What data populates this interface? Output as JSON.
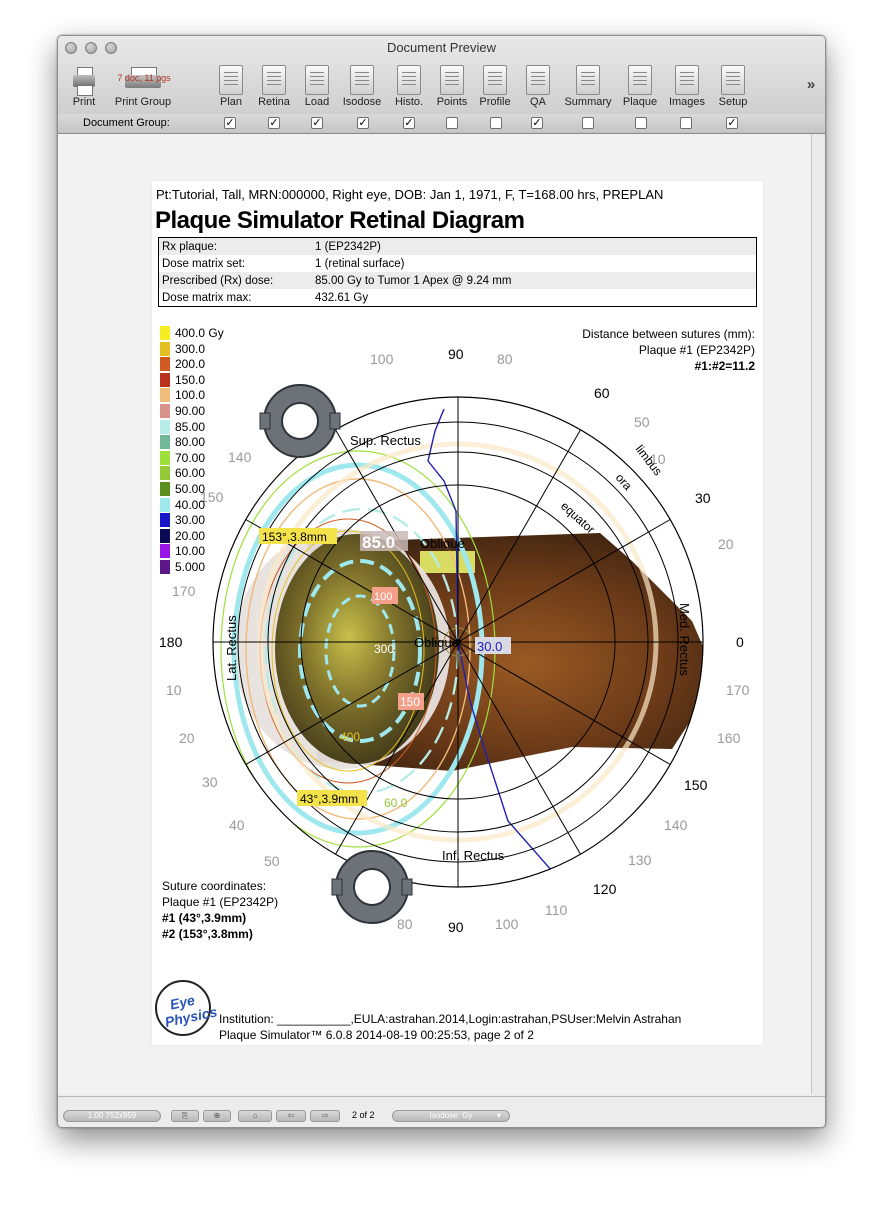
{
  "window": {
    "title": "Document Preview"
  },
  "toolbar": {
    "print": "Print",
    "print_group": "Print Group",
    "print_group_info": "7 doc, 11 pgs",
    "items": [
      "Plan",
      "Retina",
      "Load",
      "Isodose",
      "Histo.",
      "Points",
      "Profile",
      "QA",
      "Summary",
      "Plaque",
      "Images",
      "Setup"
    ],
    "overflow": "»"
  },
  "document_group": {
    "label": "Document Group:",
    "checks": [
      true,
      true,
      true,
      true,
      true,
      false,
      false,
      true,
      false,
      false,
      false,
      true
    ]
  },
  "status": {
    "zoom": "1.00 752x959",
    "page": "2 of 2",
    "dropdown": "Isodose: Gy"
  },
  "report": {
    "header": "Pt:Tutorial, Tall, MRN:000000, Right eye, DOB: Jan 1, 1971, F, T=168.00 hrs, PREPLAN",
    "title": "Plaque Simulator Retinal Diagram",
    "table": [
      {
        "label": "Rx plaque:",
        "value": "1 (EP2342P)"
      },
      {
        "label": "Dose matrix set:",
        "value": "1 (retinal surface)"
      },
      {
        "label": "Prescribed (Rx) dose:",
        "value": "85.00  Gy to Tumor 1 Apex @ 9.24 mm"
      },
      {
        "label": "Dose matrix max:",
        "value": "432.61  Gy"
      }
    ],
    "legend": [
      {
        "label": "400.0 Gy",
        "color": "#f5ee22"
      },
      {
        "label": "300.0",
        "color": "#e3c020"
      },
      {
        "label": "200.0",
        "color": "#cf5a22"
      },
      {
        "label": "150.0",
        "color": "#b8321e"
      },
      {
        "label": "100.0",
        "color": "#f0be7a"
      },
      {
        "label": "90.00",
        "color": "#d9928a"
      },
      {
        "label": "85.00",
        "color": "#b5ece5"
      },
      {
        "label": "80.00",
        "color": "#6fb999"
      },
      {
        "label": "70.00",
        "color": "#9ee03a"
      },
      {
        "label": "60.00",
        "color": "#96c93a"
      },
      {
        "label": "50.00",
        "color": "#5d8f1f"
      },
      {
        "label": "40.00",
        "color": "#9ee8ee"
      },
      {
        "label": "30.00",
        "color": "#1515c8"
      },
      {
        "label": "20.00",
        "color": "#0b0b55"
      },
      {
        "label": "10.00",
        "color": "#9a14e8"
      },
      {
        "label": "5.000",
        "color": "#5c1888"
      }
    ],
    "distance_title": "Distance between sutures (mm):",
    "distance_plaque": "Plaque #1 (EP2342P)",
    "distance_value": "#1:#2=11.2",
    "suture_title": "Suture coordinates:",
    "suture_plaque": "Plaque #1 (EP2342P)",
    "suture_1": "#1 (43°,3.9mm)",
    "suture_2": "#2 (153°,3.8mm)",
    "footer_1": "Institution: ___________,EULA:astrahan.2014,Login:astrahan,PSUser:Melvin Astrahan",
    "footer_2": "Plaque Simulator™ 6.0.8 2014-08-19 00:25:53, page 2 of 2"
  },
  "diagram": {
    "angle_labels_inner": [
      "90",
      "60",
      "30",
      "0",
      "150",
      "120",
      "90",
      "180"
    ],
    "angle_labels_outer": [
      "80",
      "100",
      "50",
      "140",
      "150",
      "20",
      "170",
      "10",
      "170",
      "160",
      "140",
      "130",
      "110",
      "100",
      "80",
      "20",
      "30",
      "40",
      "50",
      "10"
    ],
    "ring_labels": [
      "limbus",
      "ora",
      "equator"
    ],
    "muscles": [
      "Sup. Rectus",
      "Inf. Rectus",
      "Lat. Rectus",
      "Med. Rectus",
      "Oblique",
      "Oblique"
    ],
    "dose_labels": [
      "85.0",
      "30.0",
      "300",
      "150",
      "400",
      "60.0",
      "100"
    ],
    "suture_tags": [
      "153°,3.8mm",
      "43°,3.9mm"
    ],
    "logo": "Eye Physics"
  }
}
